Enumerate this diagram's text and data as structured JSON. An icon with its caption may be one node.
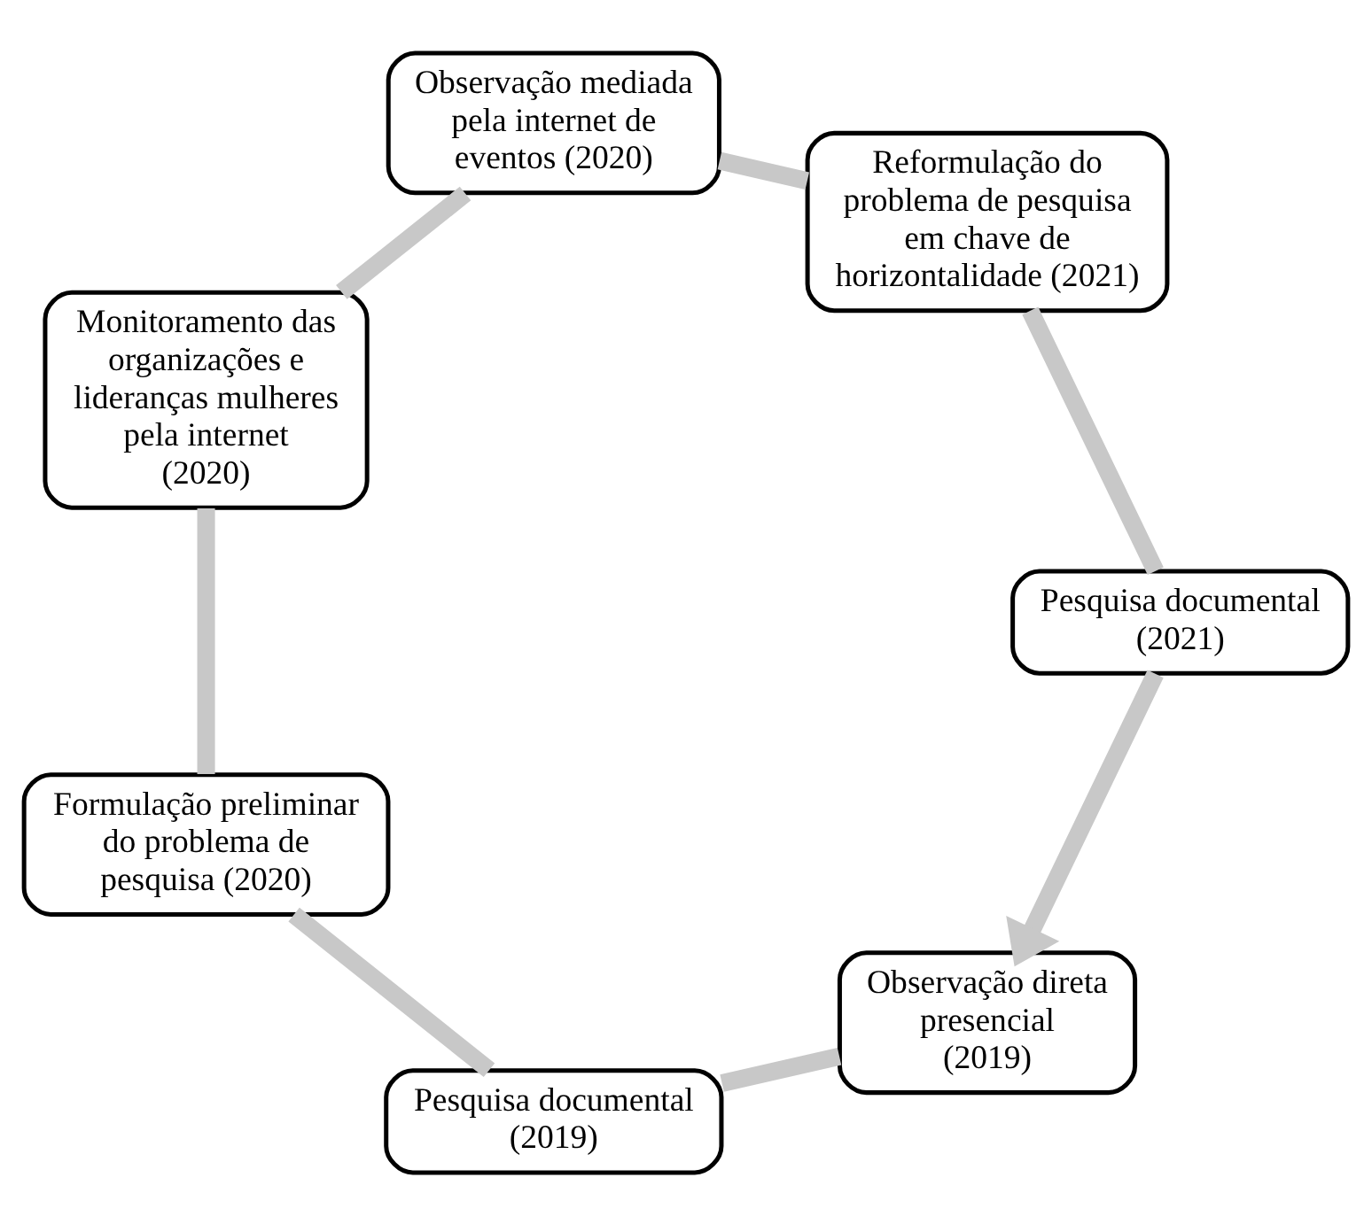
{
  "diagram": {
    "nodes": [
      {
        "text": [
          "Observação direta presencial",
          "(2019)"
        ]
      },
      {
        "text": [
          "Pesquisa documental (2019)"
        ]
      },
      {
        "text": [
          "Formulação preliminar do problema de pesquisa (2020)"
        ]
      },
      {
        "text": [
          "Monitoramento das organizações e lideranças mulheres pela internet",
          "(2020)"
        ]
      },
      {
        "text": [
          "Observação mediada pela internet de eventos (2020)"
        ]
      },
      {
        "text": [
          "Reformulação do problema de pesquisa em chave de horizontalidade (2021)"
        ]
      },
      {
        "text": [
          "Pesquisa documental (2021)"
        ]
      }
    ],
    "edges": [
      {
        "from": 0,
        "to": 1,
        "arrow": "none"
      },
      {
        "from": 1,
        "to": 2,
        "arrow": "none"
      },
      {
        "from": 2,
        "to": 3,
        "arrow": "none"
      },
      {
        "from": 3,
        "to": 4,
        "arrow": "none"
      },
      {
        "from": 4,
        "to": 5,
        "arrow": "none"
      },
      {
        "from": 5,
        "to": 6,
        "arrow": "none"
      },
      {
        "from": 6,
        "to": 0,
        "arrow": "to"
      }
    ]
  }
}
